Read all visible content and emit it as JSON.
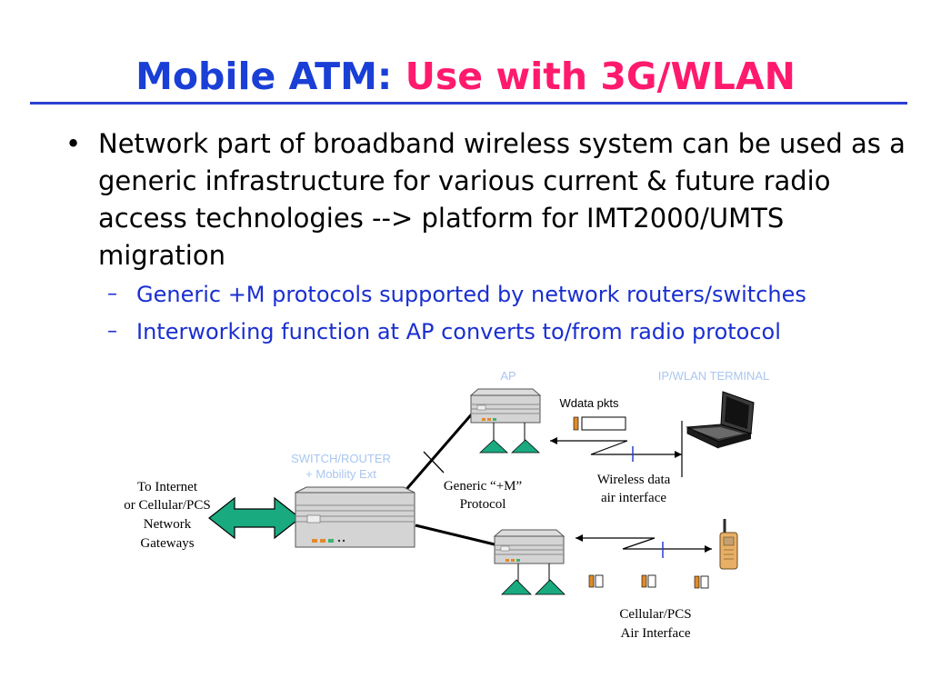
{
  "title": {
    "part1": "Mobile ATM:",
    "part2": "Use with 3G/WLAN"
  },
  "bullets": {
    "main": "Network part of broadband wireless system can be used as a generic infrastructure for various current & future radio access technologies --> platform for IMT2000/UMTS migration",
    "dot": "•",
    "sub_dash": "–",
    "sub": [
      "Generic +M protocols supported by network routers/switches",
      "Interworking function at AP converts to/from radio protocol"
    ]
  },
  "diagram": {
    "ap_label": "AP",
    "terminal_label": "IP/WLAN TERMINAL",
    "switch_label": [
      "SWITCH/ROUTER",
      "+ Mobility Ext"
    ],
    "internet_label": [
      "To Internet",
      "or Cellular/PCS",
      "Network",
      "Gateways"
    ],
    "protocol_label": [
      "Generic “+M”",
      "Protocol"
    ],
    "wdata_label": "Wdata pkts",
    "wireless_label": [
      "Wireless data",
      "air interface"
    ],
    "cellular_label": [
      "Cellular/PCS",
      "Air Interface"
    ]
  },
  "colors": {
    "title_primary": "#1a3fd6",
    "title_accent": "#ff1a6e",
    "rule": "#2b3fcf",
    "sub_text": "#1a2fd0",
    "device_label": "#a9c6ef",
    "antenna": "#1aaa80",
    "arrow": "#1aaa80"
  }
}
